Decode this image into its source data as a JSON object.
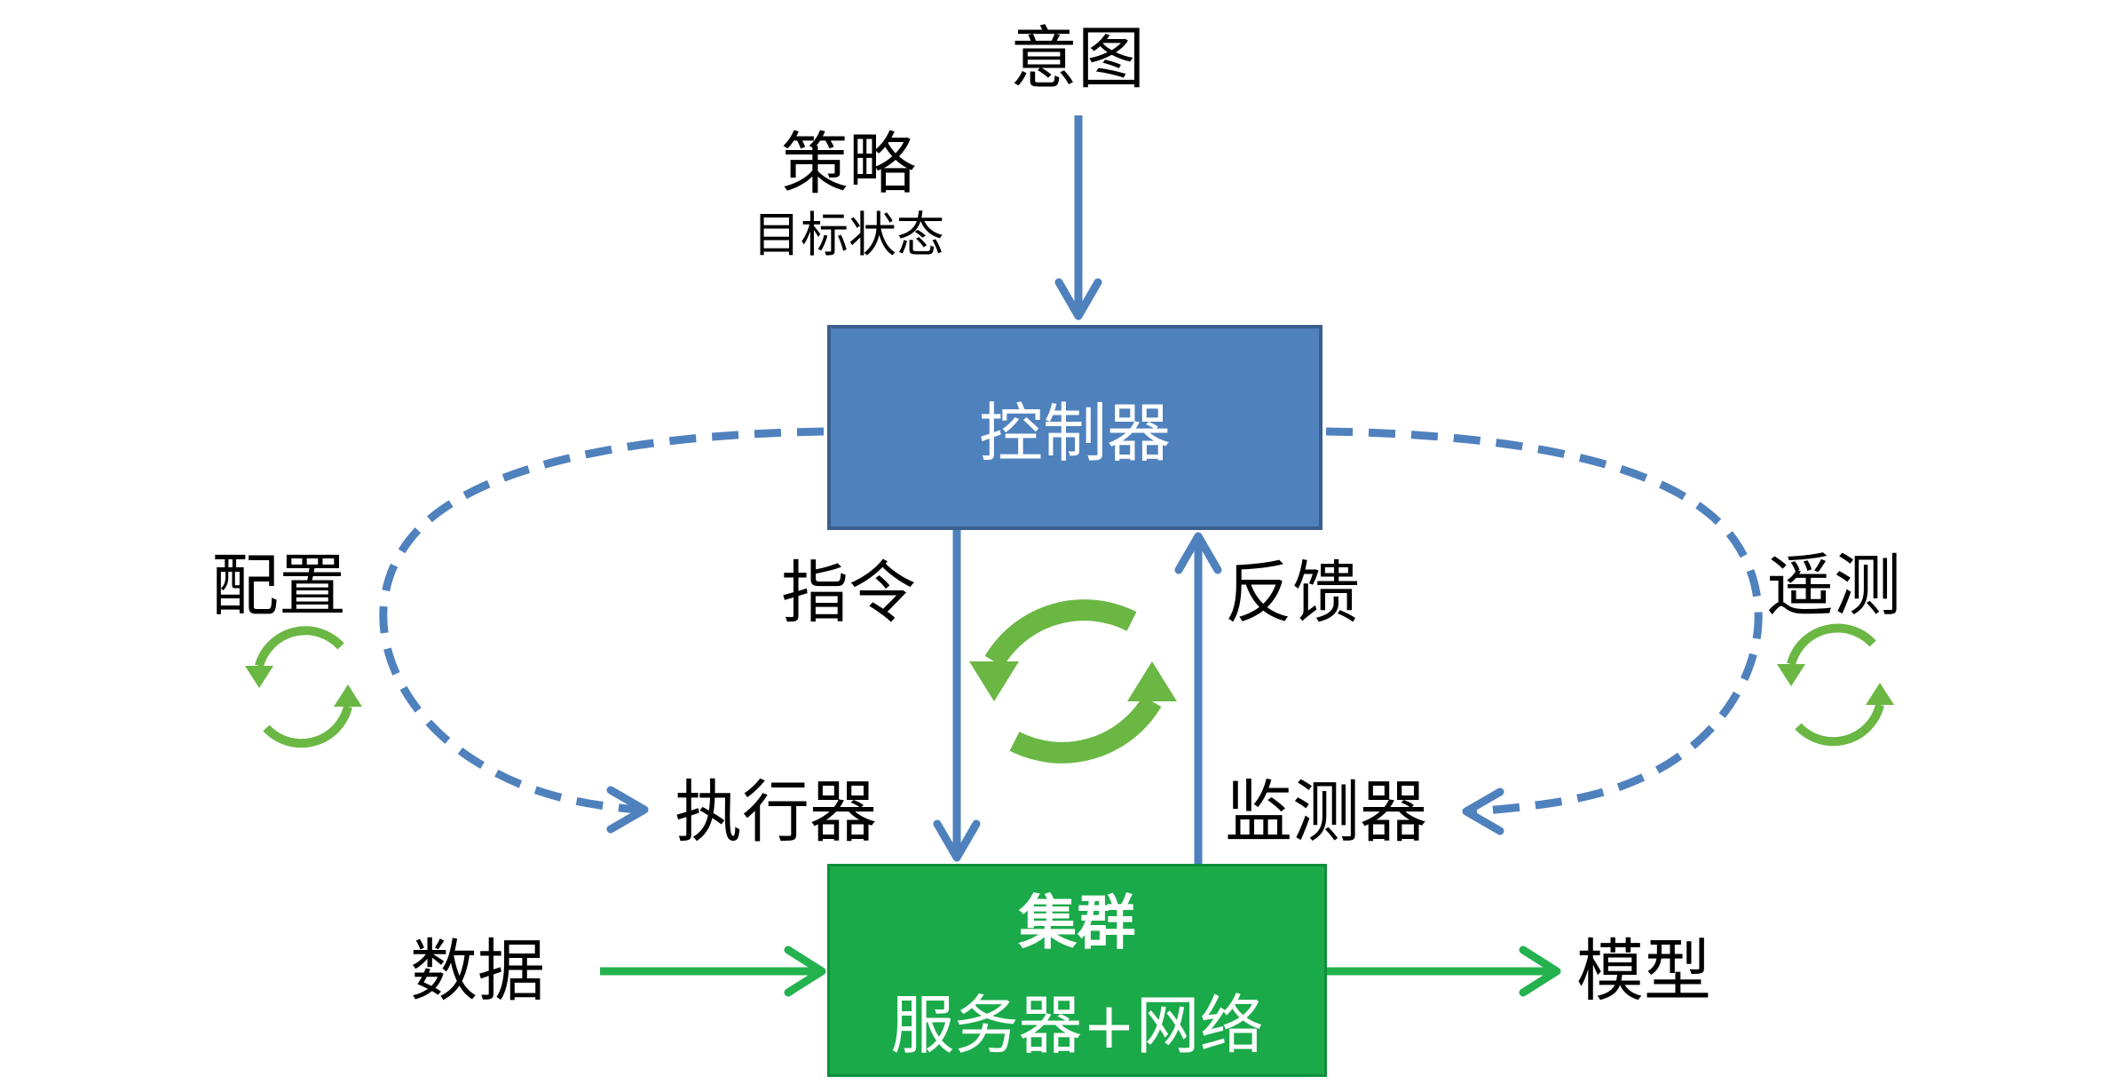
{
  "colors": {
    "blue": "#4f81bd",
    "blue_fill": "#4f81bd",
    "green_fill": "#1aaa4a",
    "green_loop": "#6ab744",
    "green_arrow": "#24b24f"
  },
  "labels": {
    "intent": "意图",
    "policy": "策略",
    "target_state": "目标状态",
    "configure": "配置",
    "telemetry": "遥测",
    "command": "指令",
    "feedback": "反馈",
    "actuator": "执行器",
    "monitor": "监测器",
    "data": "数据",
    "model": "模型"
  },
  "controller": {
    "label": "控制器"
  },
  "cluster": {
    "title": "集群",
    "subtitle": "服务器+网络"
  }
}
